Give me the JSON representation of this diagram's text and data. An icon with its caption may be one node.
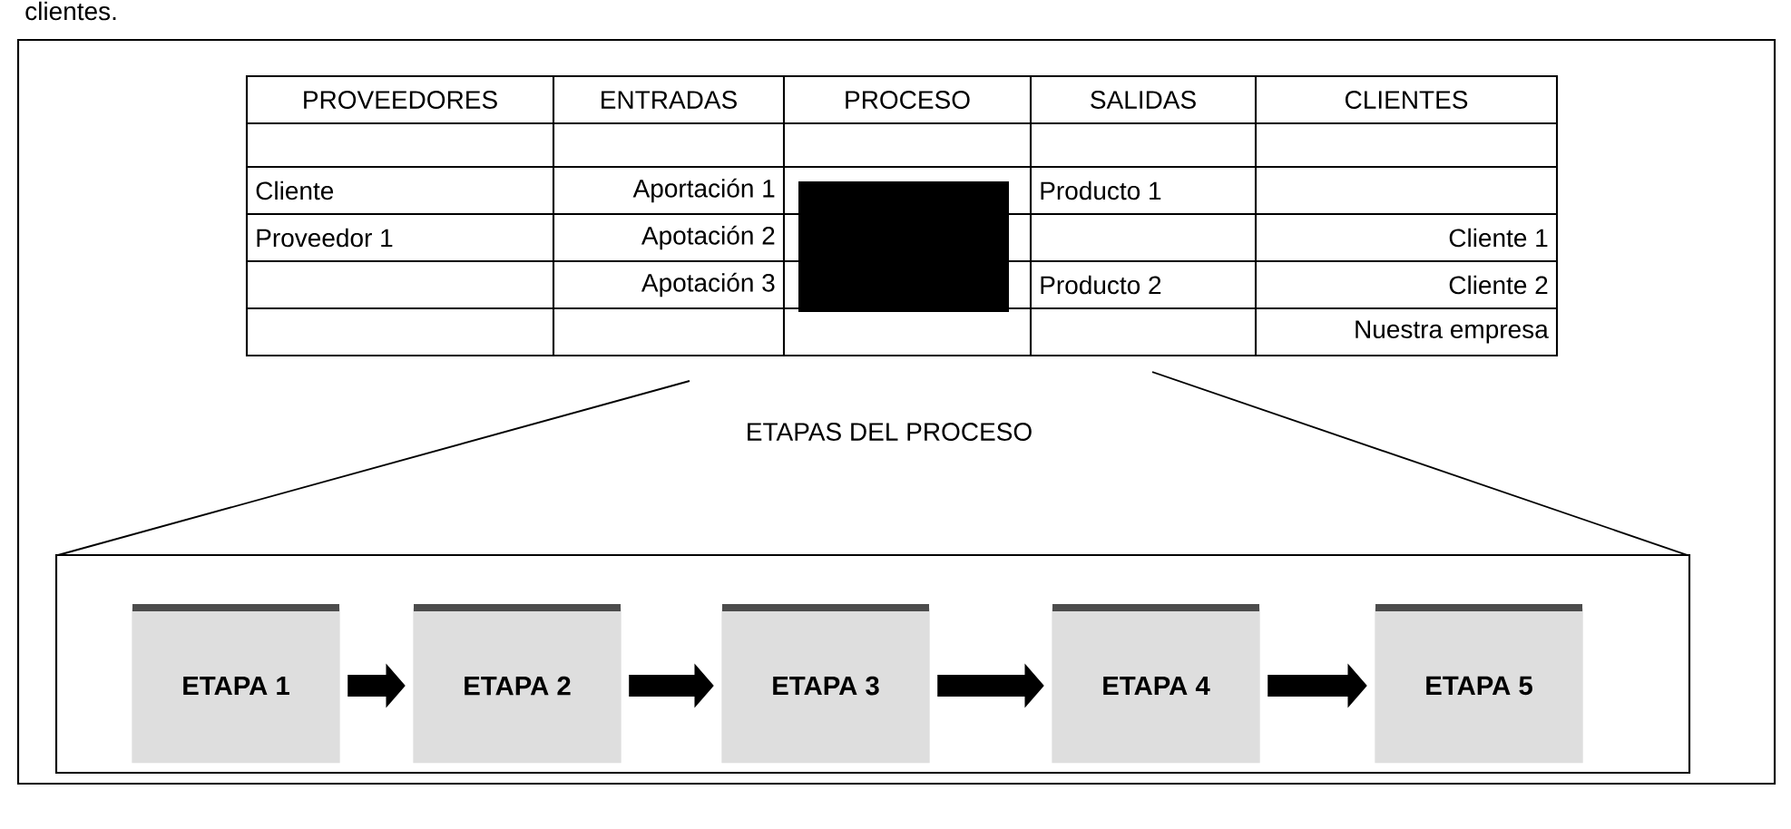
{
  "diagram": {
    "nodes": [
      {
        "text": [],
        "shape": "box"
      },
      {
        "text": [],
        "shape": "box"
      },
      {
        "text": [
          "ETAPA 1"
        ],
        "in": 1
      },
      {
        "text": [
          "ETAPA 2"
        ],
        "in": 1
      },
      {
        "text": [
          "ETAPA 3"
        ],
        "in": 1
      },
      {
        "text": [
          "ETAPA 4"
        ],
        "in": 1
      },
      {
        "text": [
          "ETAPA 5"
        ],
        "in": 1
      }
    ],
    "edges": [
      {
        "from": 2,
        "to": 3,
        "arrow": "to"
      },
      {
        "from": 3,
        "to": 4,
        "arrow": "to"
      },
      {
        "from": 4,
        "to": 5,
        "arrow": "to"
      },
      {
        "from": 5,
        "to": 6,
        "arrow": "to"
      }
    ],
    "labels": [
      "clientes.",
      "PROVEEDORES",
      "ENTRADAS",
      "PROCESO",
      "SALIDAS",
      "CLIENTES",
      "Cliente",
      "Aportación 1",
      "Producto 1",
      "Proveedor 1",
      "Apotación 2",
      "Cliente 1",
      "Apotación 3",
      "Producto 2",
      "Cliente 2",
      "Nuestra empresa",
      "ETAPAS DEL PROCESO"
    ]
  }
}
